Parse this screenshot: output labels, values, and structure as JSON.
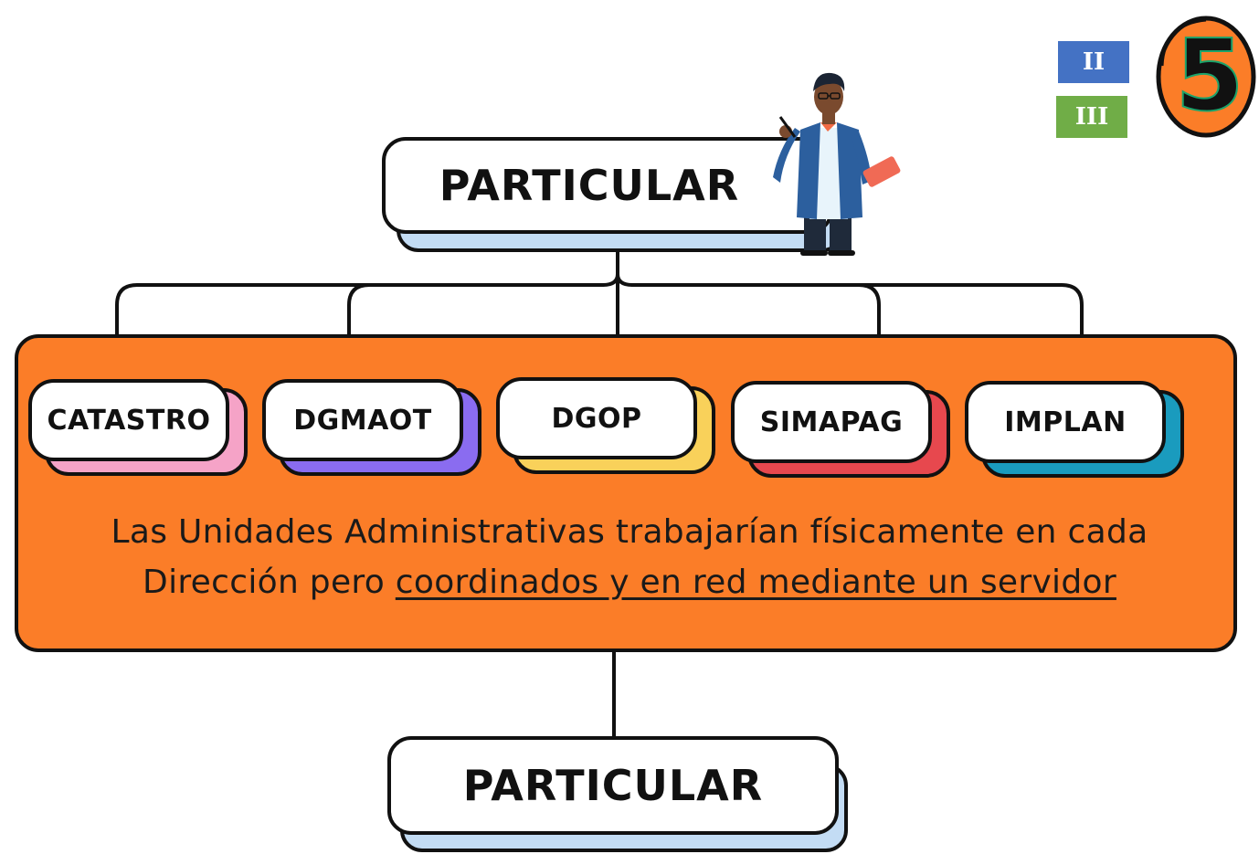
{
  "top_node": {
    "label": "PARTICULAR"
  },
  "bottom_node": {
    "label": "PARTICULAR"
  },
  "units": [
    {
      "label": "CATASTRO",
      "shadow_color": "#f5a3c7"
    },
    {
      "label": "DGMAOT",
      "shadow_color": "#8a6cf0"
    },
    {
      "label": "DGOP",
      "shadow_color": "#f9d15a"
    },
    {
      "label": "SIMAPAG",
      "shadow_color": "#e7484e"
    },
    {
      "label": "IMPLAN",
      "shadow_color": "#1a9bbe"
    }
  ],
  "description": {
    "line1": "Las Unidades Administrativas trabajarían físicamente en cada",
    "line2_plain": "Dirección pero ",
    "line2_underlined": "coordinados y en red mediante un servidor"
  },
  "badges": [
    {
      "label": "II",
      "color": "#4472c4"
    },
    {
      "label": "III",
      "color": "#70ad47"
    }
  ],
  "step_number": {
    "label": "5",
    "fill": "#fb7d28"
  },
  "colors": {
    "container": "#fb7d28",
    "node_shadow": "#c3dcf4"
  }
}
